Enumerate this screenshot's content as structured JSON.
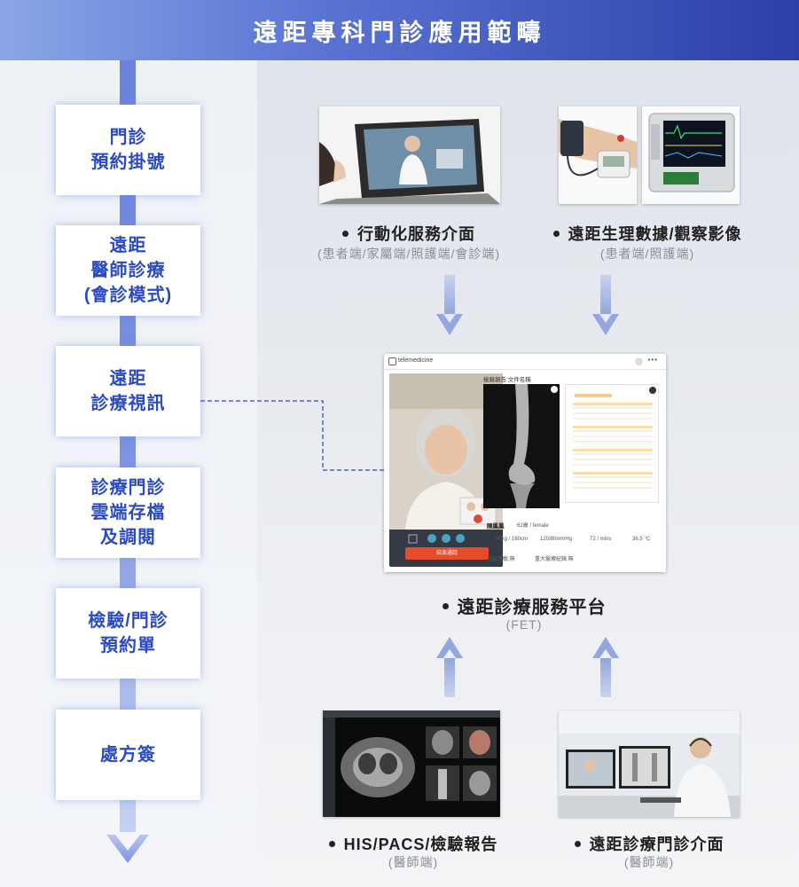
{
  "header": {
    "title": "遠距專科門診應用範疇"
  },
  "steps": [
    {
      "label": "門診\n預約掛號"
    },
    {
      "label": "遠距\n醫師診療\n(會診模式)"
    },
    {
      "label": "遠距\n診療視訊"
    },
    {
      "label": "診療門診\n雲端存檔\n及調閱"
    },
    {
      "label": "檢驗/門診\n預約單"
    },
    {
      "label": "處方簽"
    }
  ],
  "top_left": {
    "title": "行動化服務介面",
    "sub": "(患者端/家屬端/照護端/會診端)"
  },
  "top_right": {
    "title": "遠距生理數據/觀察影像",
    "sub": "(患者端/照護端)"
  },
  "platform": {
    "title": "遠距診療服務平台",
    "sub": "(FET)",
    "app": {
      "brand": "telemedicine",
      "report_title": "檢驗報告:文件名稱",
      "patient_name": "陳鳳鳳",
      "patient_meta": "62歲 / female",
      "weight": "60kg / 160cm",
      "bp": "120/80mmHg",
      "hr": "72 / mins",
      "temp": "36.5 °C",
      "history": "過敏過敏:無",
      "major": "重大醫療紀錄:無",
      "end_call": "結束通話"
    }
  },
  "bottom_left": {
    "title": "HIS/PACS/檢驗報告",
    "sub": "(醫師端)"
  },
  "bottom_right": {
    "title": "遠距診療門診介面",
    "sub": "(醫師端)"
  },
  "colors": {
    "accent": "#2b4ac2",
    "header_end": "#2a3fa8",
    "spine": "#6b82dc"
  }
}
